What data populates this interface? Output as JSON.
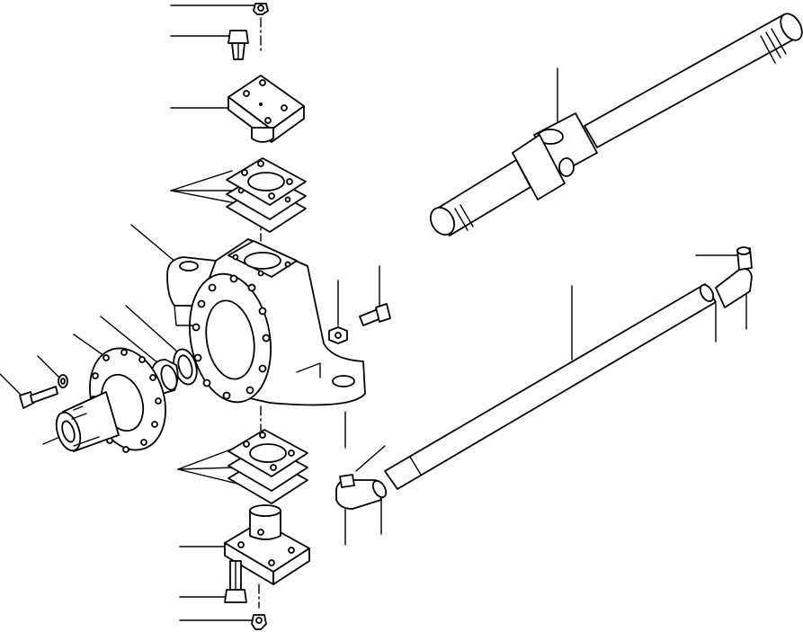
{
  "diagram": {
    "parts": [
      {
        "name": "top-nut-grease-fitting",
        "icon": "nut-icon"
      },
      {
        "name": "top-bolt",
        "icon": "bolt-icon"
      },
      {
        "name": "upper-king-pin-cap",
        "icon": "cap-icon"
      },
      {
        "name": "upper-shims",
        "icon": "shim-icon"
      },
      {
        "name": "steering-knuckle",
        "icon": "knuckle-icon"
      },
      {
        "name": "lower-shims",
        "icon": "shim-icon"
      },
      {
        "name": "lower-king-pin-cap",
        "icon": "cap-icon"
      },
      {
        "name": "bottom-bolt",
        "icon": "bolt-icon"
      },
      {
        "name": "bottom-grease-fitting",
        "icon": "nut-icon"
      },
      {
        "name": "wheel-hub",
        "icon": "hub-icon"
      },
      {
        "name": "bearing",
        "icon": "bearing-icon"
      },
      {
        "name": "seal",
        "icon": "seal-icon"
      },
      {
        "name": "axle-shaft-u-joint",
        "icon": "shaft-icon"
      },
      {
        "name": "tie-rod",
        "icon": "rod-icon"
      },
      {
        "name": "tie-rod-end-right",
        "icon": "rod-end-icon"
      },
      {
        "name": "tie-rod-end-left",
        "icon": "rod-end-icon"
      },
      {
        "name": "stopper-bolt",
        "icon": "bolt-icon"
      },
      {
        "name": "lock-nut",
        "icon": "nut-icon"
      }
    ]
  }
}
